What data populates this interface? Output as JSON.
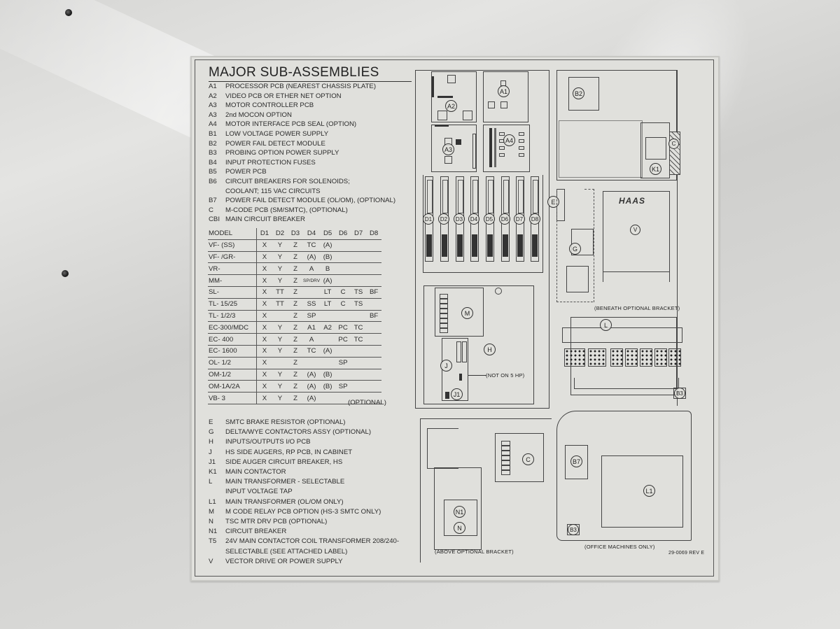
{
  "title": "MAJOR SUB-ASSEMBLIES",
  "legend_top": [
    {
      "code": "A1",
      "text": "PROCESSOR PCB (NEAREST CHASSIS PLATE)"
    },
    {
      "code": "A2",
      "text": "VIDEO PCB OR ETHER NET OPTION"
    },
    {
      "code": "A3",
      "text": "MOTOR CONTROLLER PCB"
    },
    {
      "code": "A3",
      "text": "2nd MOCON OPTION"
    },
    {
      "code": "A4",
      "text": "MOTOR INTERFACE PCB SEAL (OPTION)"
    },
    {
      "code": "B1",
      "text": "LOW VOLTAGE POWER SUPPLY"
    },
    {
      "code": "B2",
      "text": "POWER FAIL DETECT MODULE"
    },
    {
      "code": "B3",
      "text": "PROBING OPTION POWER SUPPLY"
    },
    {
      "code": "B4",
      "text": "INPUT PROTECTION FUSES"
    },
    {
      "code": "B5",
      "text": "POWER PCB"
    },
    {
      "code": "B6",
      "text": "CIRCUIT BREAKERS FOR SOLENOIDS;"
    },
    {
      "code": "",
      "text": "COOLANT; 115 VAC CIRCUITS"
    },
    {
      "code": "B7",
      "text": "POWER FAIL DETECT MODULE (OL/OM), (OPTIONAL)"
    },
    {
      "code": "C",
      "text": "M-CODE PCB (SM/SMTC), (OPTIONAL)"
    },
    {
      "code": "CBI",
      "text": "MAIN CIRCUIT BREAKER"
    }
  ],
  "model_table": {
    "headers": [
      "MODEL",
      "D1",
      "D2",
      "D3",
      "D4",
      "D5",
      "D6",
      "D7",
      "D8"
    ],
    "rows": [
      [
        "VF- (SS)",
        "X",
        "Y",
        "Z",
        "TC",
        "(A)",
        "",
        "",
        ""
      ],
      [
        "VF- /GR-",
        "X",
        "Y",
        "Z",
        "(A)",
        "(B)",
        "",
        "",
        ""
      ],
      [
        "VR-",
        "X",
        "Y",
        "Z",
        "A",
        "B",
        "",
        "",
        ""
      ],
      [
        "MM-",
        "X",
        "Y",
        "Z",
        "SP/DRV",
        "(A)",
        "",
        "",
        ""
      ],
      [
        "SL-",
        "X",
        "TT",
        "Z",
        "",
        "LT",
        "C",
        "TS",
        "BF"
      ],
      [
        "TL- 15/25",
        "X",
        "TT",
        "Z",
        "SS",
        "LT",
        "C",
        "TS",
        ""
      ],
      [
        "TL- 1/2/3",
        "X",
        "",
        "Z",
        "SP",
        "",
        "",
        "",
        "BF"
      ],
      [
        "EC-300/MDC",
        "X",
        "Y",
        "Z",
        "A1",
        "A2",
        "PC",
        "TC",
        ""
      ],
      [
        "EC- 400",
        "X",
        "Y",
        "Z",
        "A",
        "",
        "PC",
        "TC",
        ""
      ],
      [
        "EC- 1600",
        "X",
        "Y",
        "Z",
        "TC",
        "(A)",
        "",
        "",
        ""
      ],
      [
        "OL- 1/2",
        "X",
        "",
        "Z",
        "",
        "",
        "SP",
        "",
        ""
      ],
      [
        "OM-1/2",
        "X",
        "Y",
        "Z",
        "(A)",
        "(B)",
        "",
        "",
        ""
      ],
      [
        "OM-1A/2A",
        "X",
        "Y",
        "Z",
        "(A)",
        "(B)",
        "SP",
        "",
        ""
      ],
      [
        "VB- 3",
        "X",
        "Y",
        "Z",
        "(A)",
        "",
        "",
        "",
        ""
      ]
    ],
    "footnote": "(OPTIONAL)"
  },
  "legend_bottom": [
    {
      "code": "E",
      "text": "SMTC BRAKE RESISTOR (OPTIONAL)"
    },
    {
      "code": "G",
      "text": "DELTA/WYE CONTACTORS ASSY (OPTIONAL)"
    },
    {
      "code": "H",
      "text": "INPUTS/OUTPUTS I/O PCB"
    },
    {
      "code": "J",
      "text": "HS SIDE AUGERS, RP PCB, IN CABINET"
    },
    {
      "code": "J1",
      "text": "SIDE AUGER CIRCUIT BREAKER, HS"
    },
    {
      "code": "K1",
      "text": "MAIN CONTACTOR"
    },
    {
      "code": "L",
      "text": "MAIN TRANSFORMER - SELECTABLE"
    },
    {
      "code": "",
      "text": "INPUT VOLTAGE TAP"
    },
    {
      "code": "L1",
      "text": "MAIN TRANSFORMER (OL/OM ONLY)"
    },
    {
      "code": "M",
      "text": "M CODE RELAY PCB OPTION (HS-3 SMTC ONLY)"
    },
    {
      "code": "N",
      "text": "TSC MTR DRV PCB (OPTIONAL)"
    },
    {
      "code": "N1",
      "text": "CIRCUIT BREAKER"
    },
    {
      "code": "T5",
      "text": "24V MAIN CONTACTOR COIL TRANSFORMER 208/240-"
    },
    {
      "code": "",
      "text": "SELECTABLE (SEE ATTACHED LABEL)"
    },
    {
      "code": "V",
      "text": "VECTOR DRIVE OR POWER SUPPLY"
    }
  ],
  "diagram": {
    "labels": {
      "a1": "A1",
      "a2": "A2",
      "a3": "A3",
      "a4": "A4",
      "b2": "B2",
      "k1": "K1",
      "c_top": "C",
      "d1": "D1",
      "d2": "D2",
      "d3": "D3",
      "d4": "D4",
      "d5": "D5",
      "d6": "D6",
      "d7": "D7",
      "d8": "D8",
      "e": "E",
      "g": "G",
      "v": "V",
      "m": "M",
      "h": "H",
      "j": "J",
      "j1": "J1",
      "l": "L",
      "b3_mid": "B3",
      "c_bottom": "C",
      "n1": "N1",
      "n": "N",
      "b7": "B7",
      "l1": "L1",
      "b3_bottom": "B3"
    },
    "brand": "HAAS",
    "captions": {
      "beneath_bracket": "(BENEATH OPTIONAL BRACKET)",
      "not_on_5hp": "(NOT ON 5 HP)",
      "above_bracket": "(ABOVE OPTIONAL BRACKET)",
      "office_machines": "(OFFICE MACHINES ONLY)"
    },
    "part_number": "29-0069 REV E"
  }
}
